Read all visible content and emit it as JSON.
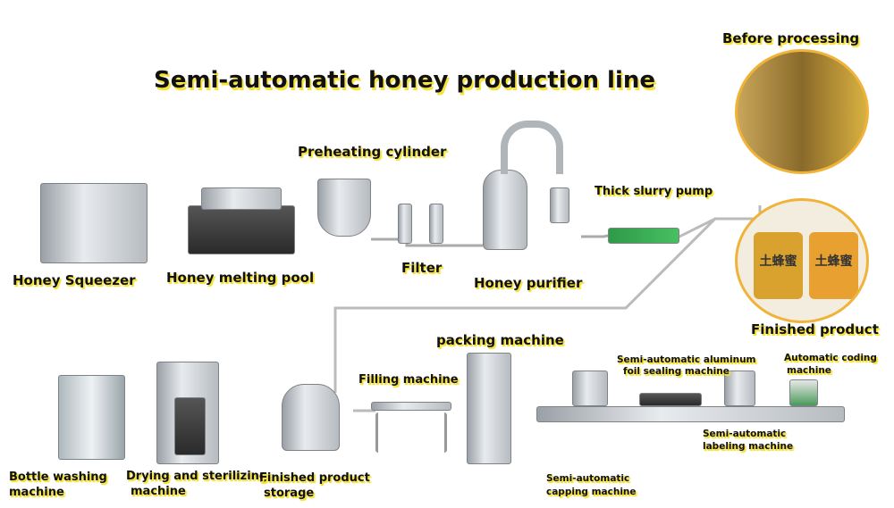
{
  "title": "Semi-automatic honey production line",
  "labels": {
    "before": "Before processing",
    "preheating": "Preheating cylinder",
    "pump": "Thick slurry pump",
    "squeezer": "Honey Squeezer",
    "melting": "Honey melting pool",
    "filter": "Filter",
    "purifier": "Honey purifier",
    "finished": "Finished product",
    "packing": "packing machine",
    "foil1": "Semi-automatic aluminum",
    "foil2": "foil sealing machine",
    "coding1": "Automatic coding",
    "coding2": "machine",
    "filling": "Filling machine",
    "labeling1": "Semi-automatic",
    "labeling2": "labeling machine",
    "washing1": "Bottle washing",
    "washing2": "machine",
    "drying1": "Drying and sterilizing",
    "drying2": "machine",
    "storage1": "Finished product",
    "storage2": "storage",
    "capping1": "Semi-automatic",
    "capping2": "capping machine"
  },
  "jar_text": "土蜂蜜",
  "colors": {
    "highlight": "#f5e23a",
    "circle_border": "#f0b33a",
    "honey": "#d9a22e"
  }
}
